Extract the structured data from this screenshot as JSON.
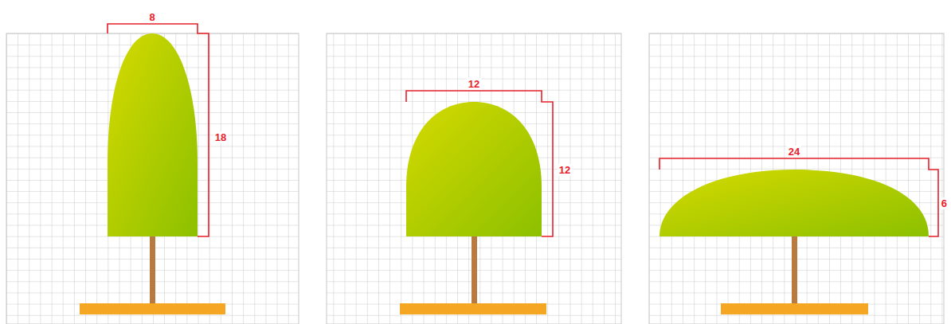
{
  "diagram": {
    "labels": [
      "8",
      "18",
      "12",
      "12",
      "24",
      "6"
    ]
  }
}
